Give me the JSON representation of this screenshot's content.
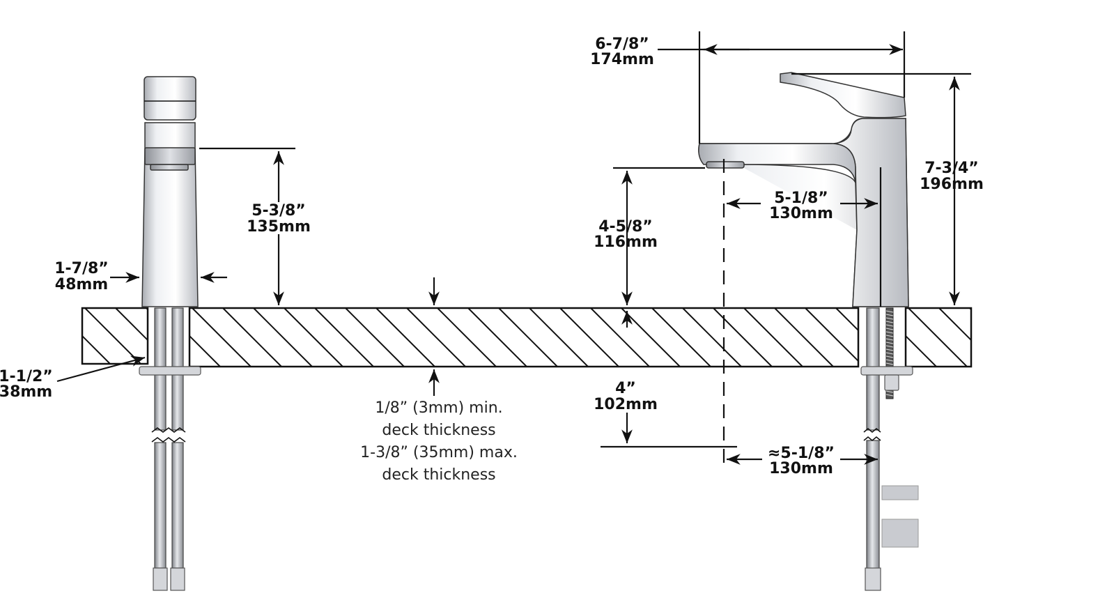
{
  "dimensions": {
    "overall_reach": {
      "imperial": "6-7/8”",
      "metric": "174mm"
    },
    "overall_height": {
      "imperial": "7-3/4”",
      "metric": "196mm"
    },
    "spout_reach": {
      "imperial": "5-1/8”",
      "metric": "130mm"
    },
    "spout_height": {
      "imperial": "4-5/8”",
      "metric": "116mm"
    },
    "body_height": {
      "imperial": "5-3/8”",
      "metric": "135mm"
    },
    "body_width": {
      "imperial": "1-7/8”",
      "metric": "48mm"
    },
    "hole_diameter": {
      "imperial": "1-1/2”",
      "metric": "38mm"
    },
    "below_deck": {
      "imperial": "4”",
      "metric": "102mm"
    },
    "below_reach": {
      "imperial": "≈5-1/8”",
      "metric": "130mm"
    }
  },
  "deck_note": [
    "1/8” (3mm) min.",
    "deck thickness",
    "1-3/8” (35mm) max.",
    "deck thickness"
  ]
}
